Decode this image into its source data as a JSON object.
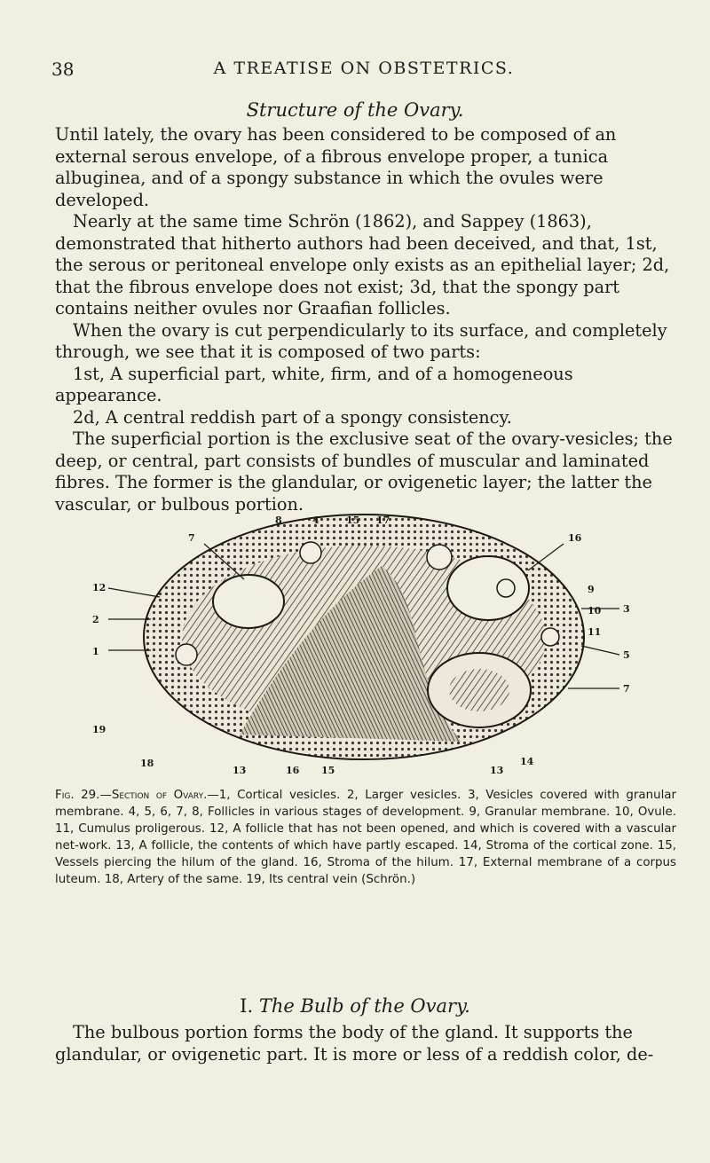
{
  "header": {
    "page_number": "38",
    "running_title": "A TREATISE ON OBSTETRICS."
  },
  "section_title": "Structure of the Ovary.",
  "paragraphs": [
    "Until lately, the ovary has been considered to be composed of an external serous envelope, of a fibrous envelope proper, a tunica albuginea, and of a spongy substance in which the ovules were developed.",
    "Nearly at the same time Schrön (1862), and Sappey (1863), demonstrated that hitherto authors had been deceived, and that, 1st, the serous or peritoneal envelope only exists as an epithelial layer; 2d, that the fibrous envelope does not exist; 3d, that the spongy part contains neither ovules nor Graafian follicles.",
    "When the ovary is cut perpendicularly to its surface, and completely through, we see that it is composed of two parts:",
    "1st, A superficial part, white, firm, and of a homogeneous appearance.",
    "2d, A central reddish part of a spongy consistency.",
    "The superficial portion is the exclusive seat of the ovary-vesicles; the deep, or central, part consists of bundles of muscular and laminated fibres. The former is the glandular, or ovigenetic layer; the latter the vascular, or bulbous portion."
  ],
  "figure": {
    "labels": [
      "12",
      "2",
      "1",
      "7",
      "8",
      "4",
      "15",
      "17",
      "16",
      "9",
      "10",
      "11",
      "3",
      "5",
      "7",
      "19",
      "18",
      "13",
      "16",
      "15",
      "13",
      "14"
    ]
  },
  "caption": {
    "lead": "Fig. 29.—Section of Ovary.",
    "text": "—1, Cortical vesicles. 2, Larger vesicles. 3, Vesicles covered with granular membrane. 4, 5, 6, 7, 8, Follicles in various stages of development. 9, Granular membrane. 10, Ovule. 11, Cumulus proligerous. 12, A follicle that has not been opened, and which is covered with a vascular net-work. 13, A follicle, the contents of which have partly escaped. 14, Stroma of the cortical zone. 15, Vessels piercing the hilum of the gland. 16, Stroma of the hilum. 17, External membrane of a corpus luteum. 18, Artery of the same. 19, Its central vein (Schrön.)"
  },
  "subsection": {
    "numeral": "I.",
    "title": "The Bulb of the Ovary."
  },
  "paragraphs_2": [
    "The bulbous portion forms the body of the gland. It supports the glandular, or ovigenetic part. It is more or less of a reddish color, de-"
  ]
}
